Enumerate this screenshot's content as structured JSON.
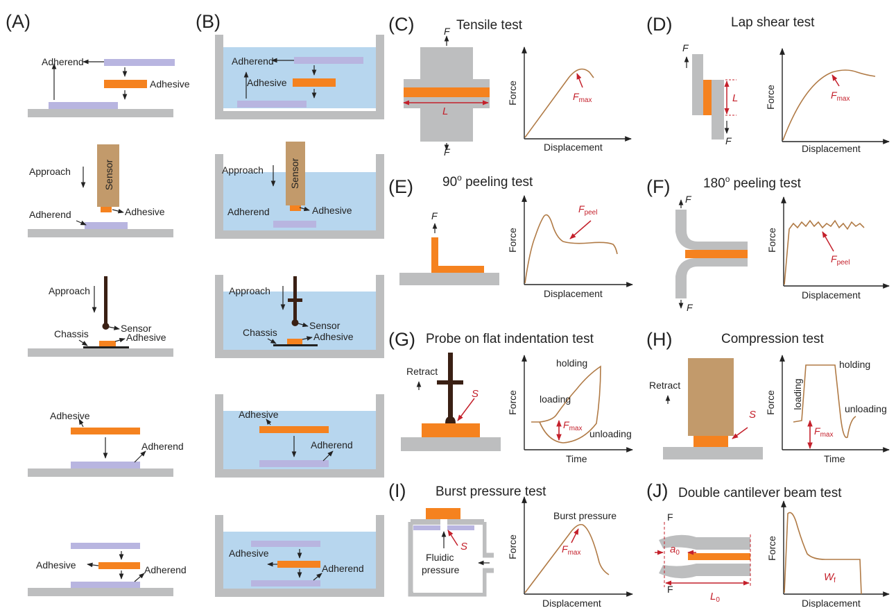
{
  "panels": {
    "A": {
      "letter": "(A)",
      "adherend": "Adherend",
      "adhesive": "Adhesive",
      "approach": "Approach",
      "sensor": "Sensor",
      "chassis": "Chassis"
    },
    "B": {
      "letter": "(B)",
      "adherend": "Adherend",
      "adhesive": "Adhesive",
      "approach": "Approach",
      "sensor": "Sensor",
      "chassis": "Chassis"
    },
    "C": {
      "letter": "(C)",
      "title": "Tensile test",
      "force": "F",
      "length": "L",
      "ylabel": "Force",
      "xlabel": "Displacement",
      "peak": "F",
      "peak_sub": "max"
    },
    "D": {
      "letter": "(D)",
      "title": "Lap shear test",
      "force": "F",
      "length": "L",
      "ylabel": "Force",
      "xlabel": "Displacement",
      "peak": "F",
      "peak_sub": "max"
    },
    "E": {
      "letter": "(E)",
      "title_pre": "90",
      "title_sup": "o",
      "title_post": " peeling test",
      "force": "F",
      "ylabel": "Force",
      "xlabel": "Displacement",
      "peak": "F",
      "peak_sub": "peel"
    },
    "F": {
      "letter": "(F)",
      "title_pre": "180",
      "title_sup": "o",
      "title_post": " peeling test",
      "force": "F",
      "ylabel": "Force",
      "xlabel": "Displacement",
      "peak": "F",
      "peak_sub": "peel"
    },
    "G": {
      "letter": "(G)",
      "title": "Probe on flat indentation test",
      "retract": "Retract",
      "s": "S",
      "ylabel": "Force",
      "xlabel": "Time",
      "holding": "holding",
      "loading": "loading",
      "unloading": "unloading",
      "peak": "F",
      "peak_sub": "max"
    },
    "H": {
      "letter": "(H)",
      "title": "Compression test",
      "retract": "Retract",
      "s": "S",
      "ylabel": "Force",
      "xlabel": "Time",
      "holding": "holding",
      "loading": "loading",
      "unloading": "unloading",
      "peak": "F",
      "peak_sub": "max"
    },
    "I": {
      "letter": "(I)",
      "title": "Burst pressure test",
      "s": "S",
      "fluidic1": "Fluidic",
      "fluidic2": "pressure",
      "ylabel": "Force",
      "xlabel": "Displacement",
      "burst": "Burst pressure",
      "peak": "F",
      "peak_sub": "max"
    },
    "J": {
      "letter": "(J)",
      "title": "Double cantilever beam test",
      "force": "F",
      "a0": "a",
      "a0_sub": "0",
      "l0": "L",
      "l0_sub": "0",
      "ylabel": "Force",
      "xlabel": "Displacement",
      "wf": "W",
      "wf_sub": "f"
    }
  },
  "colors": {
    "adherend": "#b8b5e0",
    "adhesive": "#f5821f",
    "substrate": "#bdbebf",
    "sensor": "#c29a6b",
    "probe": "#3a2014",
    "water": "#b7d6ee",
    "curve": "#b07a45",
    "annot": "#c4202b"
  }
}
